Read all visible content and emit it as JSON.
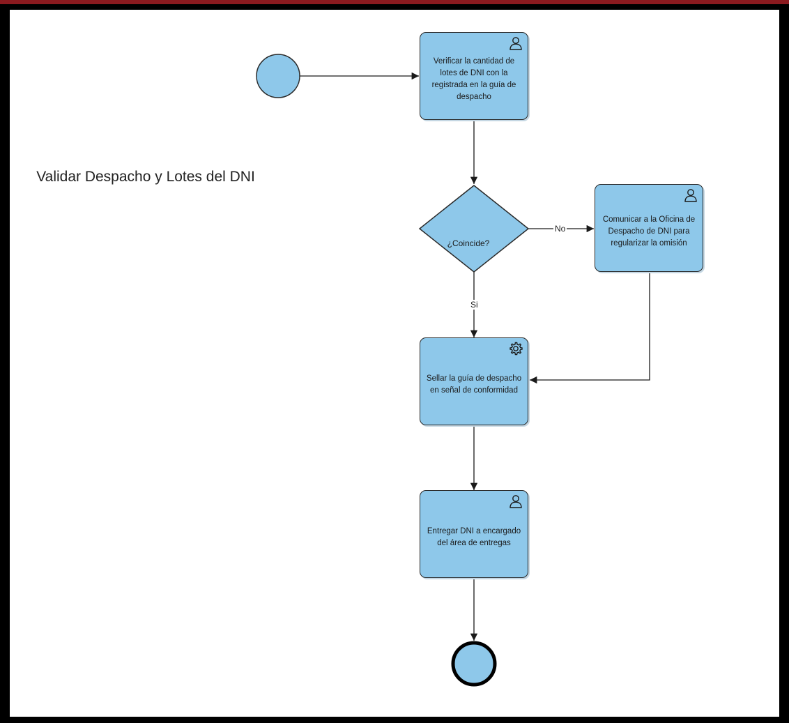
{
  "diagram": {
    "title": "Validar Despacho y Lotes del DNI",
    "tasks": [
      {
        "text": "Verificar la cantidad de lotes de DNI con la registrada en la guía de despacho",
        "icon": "user-icon"
      },
      {
        "text": "Comunicar a la Oficina de Despacho de DNI para regularizar la omisión",
        "icon": "user-icon"
      },
      {
        "text": "Sellar la guía  de despacho en señal de conformidad",
        "icon": "gear-icon"
      },
      {
        "text": "Entregar DNI a encargado del área de entregas",
        "icon": "user-icon"
      }
    ],
    "gateway": {
      "text": "¿Coincide?"
    },
    "flows": {
      "no": "No",
      "si": "Si"
    },
    "colors": {
      "task_fill": "#8ec8ea",
      "event_fill": "#8ec8ea",
      "stroke": "#2a2a2a",
      "frame": "#000000",
      "top_accent": "#8b1a1f"
    }
  }
}
